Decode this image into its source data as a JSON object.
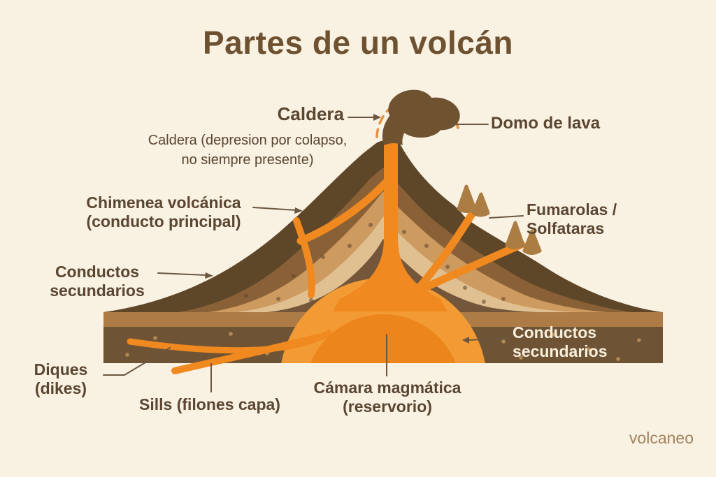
{
  "title": {
    "text": "Partes de un volcán"
  },
  "labels": {
    "caldera": "Caldera",
    "caldera_note_line1": "Caldera (depresion por colapso,",
    "caldera_note_line2": "no siempre presente)",
    "domo": "Domo de lava",
    "chimenea_line1": "Chimenea volcánica",
    "chimenea_line2": "(conducto principal)",
    "conductos_left_line1": "Conductos",
    "conductos_left_line2": "secundarios",
    "fumarolas_line1": "Fumarolas /",
    "fumarolas_line2": "Solfataras",
    "diques_line1": "Diques",
    "diques_line2": "(dikes)",
    "sills": "Sills (filones capa)",
    "camara_line1": "Cámara magmática",
    "camara_line2": "(reservorio)",
    "conductos_right_line1": "Conductos",
    "conductos_right_line2": "secundarios"
  },
  "watermark": "volcaneo",
  "colors": {
    "background": "#f9f1e2",
    "title_text": "#6e5130",
    "label_text": "#5a4631",
    "label_text_light": "#f8efdc",
    "leader_line": "#6b5740",
    "mountain_outer": "#5e4628",
    "layer_2": "#8a6136",
    "layer_3": "#cd9a60",
    "layer_4": "#e0c090",
    "mountain_interior": "#74563a",
    "ground_top_band": "#ad7b46",
    "ground_dark_band": "#6e5435",
    "magma_conduit": "#f0891f",
    "magma_chamber": "#f29a33",
    "magma_chamber_core": "#ec851b",
    "smoke_plume": "#6f5230",
    "fumarole_cone": "#ab7d42",
    "caldera_dashed_arc": "#e59140",
    "watermark_text": "#a1835f"
  }
}
